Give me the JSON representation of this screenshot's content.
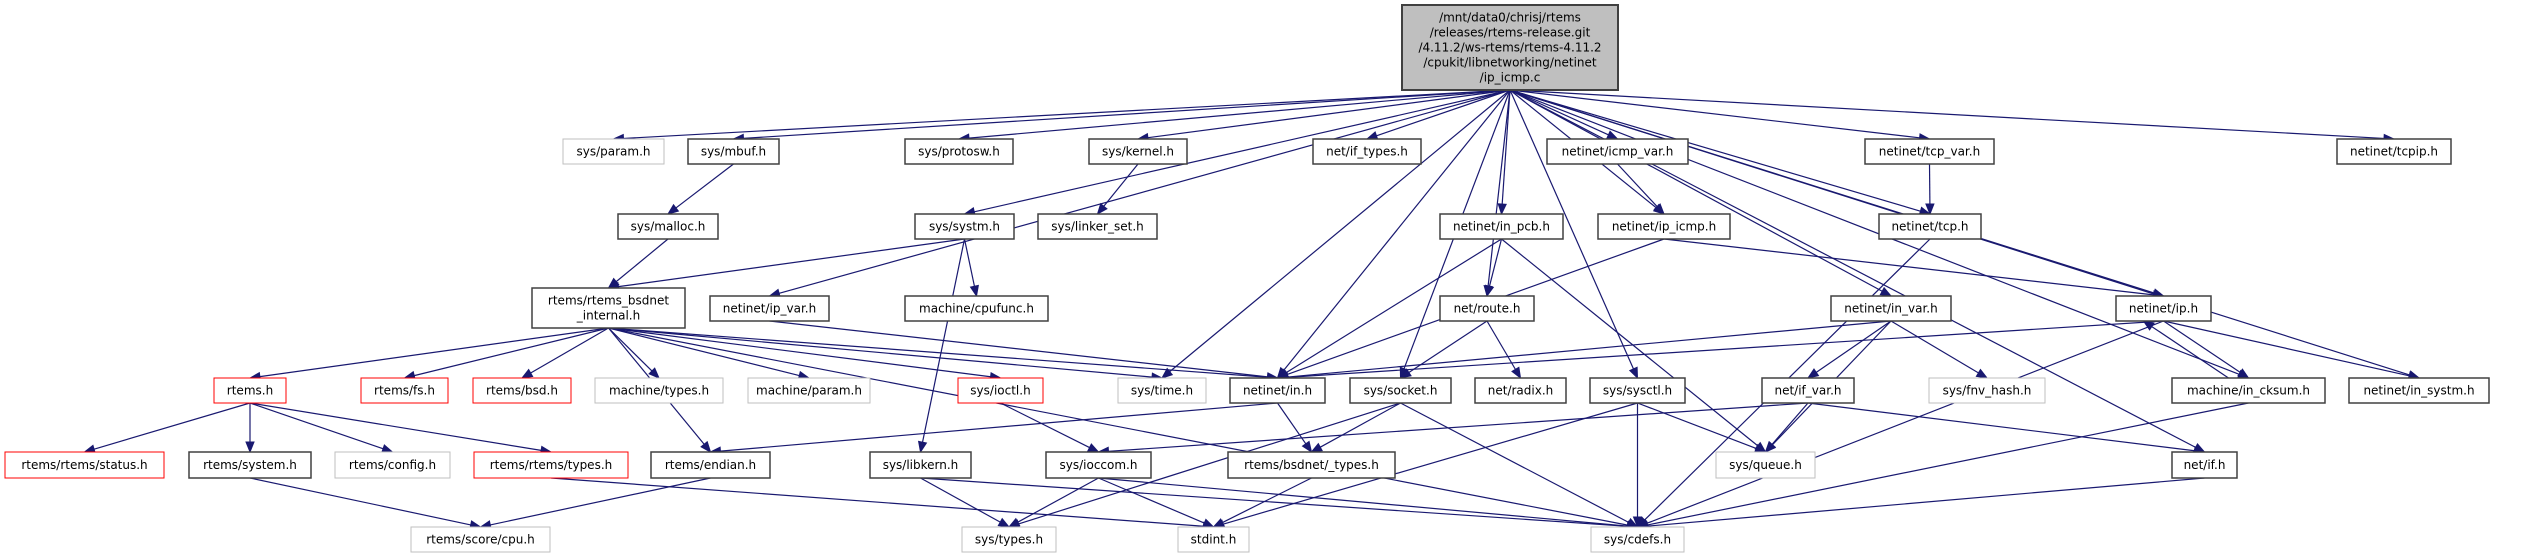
{
  "colors": {
    "edge": "#191970",
    "root_fill": "#bfbfbf",
    "documented_border": "#404040",
    "undocumented_border": "#bfbfbf",
    "incomplete_border": "#ff0000"
  },
  "root": {
    "id": "root",
    "lines": [
      "/mnt/data0/chrisj/rtems",
      "/releases/rtems-release.git",
      "/4.11.2/ws-rtems/rtems-4.11.2",
      "/cpukit/libnetworking/netinet",
      "/ip_icmp.c"
    ]
  },
  "nodes": [
    {
      "id": "param",
      "label": "sys/param.h",
      "kind": "undocumented"
    },
    {
      "id": "mbuf",
      "label": "sys/mbuf.h",
      "kind": "documented"
    },
    {
      "id": "protosw",
      "label": "sys/protosw.h",
      "kind": "documented"
    },
    {
      "id": "kernel",
      "label": "sys/kernel.h",
      "kind": "documented"
    },
    {
      "id": "if_types",
      "label": "net/if_types.h",
      "kind": "documented"
    },
    {
      "id": "icmp_var",
      "label": "netinet/icmp_var.h",
      "kind": "documented"
    },
    {
      "id": "tcp_var",
      "label": "netinet/tcp_var.h",
      "kind": "documented"
    },
    {
      "id": "tcpip",
      "label": "netinet/tcpip.h",
      "kind": "documented"
    },
    {
      "id": "malloc",
      "label": "sys/malloc.h",
      "kind": "documented"
    },
    {
      "id": "systm",
      "label": "sys/systm.h",
      "kind": "documented"
    },
    {
      "id": "linker_set",
      "label": "sys/linker_set.h",
      "kind": "documented"
    },
    {
      "id": "in_pcb",
      "label": "netinet/in_pcb.h",
      "kind": "documented"
    },
    {
      "id": "ip_icmp",
      "label": "netinet/ip_icmp.h",
      "kind": "documented"
    },
    {
      "id": "tcp",
      "label": "netinet/tcp.h",
      "kind": "documented"
    },
    {
      "id": "bsdnet",
      "label": "rtems/rtems_bsdnet\n_internal.h",
      "kind": "documented"
    },
    {
      "id": "ip_var",
      "label": "netinet/ip_var.h",
      "kind": "documented"
    },
    {
      "id": "cpufunc",
      "label": "machine/cpufunc.h",
      "kind": "documented"
    },
    {
      "id": "route",
      "label": "net/route.h",
      "kind": "documented"
    },
    {
      "id": "in_var",
      "label": "netinet/in_var.h",
      "kind": "documented"
    },
    {
      "id": "ip",
      "label": "netinet/ip.h",
      "kind": "documented"
    },
    {
      "id": "rtems",
      "label": "rtems.h",
      "kind": "incomplete"
    },
    {
      "id": "fs",
      "label": "rtems/fs.h",
      "kind": "incomplete"
    },
    {
      "id": "bsd",
      "label": "rtems/bsd.h",
      "kind": "incomplete"
    },
    {
      "id": "mtypes",
      "label": "machine/types.h",
      "kind": "undocumented"
    },
    {
      "id": "mparam",
      "label": "machine/param.h",
      "kind": "undocumented"
    },
    {
      "id": "ioctl",
      "label": "sys/ioctl.h",
      "kind": "incomplete"
    },
    {
      "id": "time",
      "label": "sys/time.h",
      "kind": "undocumented"
    },
    {
      "id": "in",
      "label": "netinet/in.h",
      "kind": "documented"
    },
    {
      "id": "socket",
      "label": "sys/socket.h",
      "kind": "documented"
    },
    {
      "id": "radix",
      "label": "net/radix.h",
      "kind": "documented"
    },
    {
      "id": "sysctl",
      "label": "sys/sysctl.h",
      "kind": "documented"
    },
    {
      "id": "if_var",
      "label": "net/if_var.h",
      "kind": "documented"
    },
    {
      "id": "fnv",
      "label": "sys/fnv_hash.h",
      "kind": "undocumented"
    },
    {
      "id": "in_cksum",
      "label": "machine/in_cksum.h",
      "kind": "documented"
    },
    {
      "id": "in_systm",
      "label": "netinet/in_systm.h",
      "kind": "documented"
    },
    {
      "id": "status",
      "label": "rtems/rtems/status.h",
      "kind": "incomplete"
    },
    {
      "id": "system",
      "label": "rtems/system.h",
      "kind": "documented"
    },
    {
      "id": "config",
      "label": "rtems/config.h",
      "kind": "undocumented"
    },
    {
      "id": "rtypes",
      "label": "rtems/rtems/types.h",
      "kind": "incomplete"
    },
    {
      "id": "endian",
      "label": "rtems/endian.h",
      "kind": "documented"
    },
    {
      "id": "libkern",
      "label": "sys/libkern.h",
      "kind": "documented"
    },
    {
      "id": "ioccom",
      "label": "sys/ioccom.h",
      "kind": "documented"
    },
    {
      "id": "bsdtypes",
      "label": "rtems/bsdnet/_types.h",
      "kind": "documented"
    },
    {
      "id": "queue",
      "label": "sys/queue.h",
      "kind": "undocumented"
    },
    {
      "id": "if",
      "label": "net/if.h",
      "kind": "documented"
    },
    {
      "id": "cpu",
      "label": "rtems/score/cpu.h",
      "kind": "undocumented"
    },
    {
      "id": "types",
      "label": "sys/types.h",
      "kind": "undocumented"
    },
    {
      "id": "stdint",
      "label": "stdint.h",
      "kind": "undocumented"
    },
    {
      "id": "cdefs",
      "label": "sys/cdefs.h",
      "kind": "undocumented"
    }
  ],
  "edges": [
    [
      "root",
      "param"
    ],
    [
      "root",
      "mbuf"
    ],
    [
      "root",
      "protosw"
    ],
    [
      "root",
      "kernel"
    ],
    [
      "root",
      "if_types"
    ],
    [
      "root",
      "icmp_var"
    ],
    [
      "root",
      "tcp_var"
    ],
    [
      "root",
      "tcpip"
    ],
    [
      "root",
      "systm"
    ],
    [
      "root",
      "ip_var"
    ],
    [
      "root",
      "in_pcb"
    ],
    [
      "root",
      "ip_icmp"
    ],
    [
      "root",
      "tcp"
    ],
    [
      "root",
      "route"
    ],
    [
      "root",
      "in_var"
    ],
    [
      "root",
      "ip"
    ],
    [
      "root",
      "time"
    ],
    [
      "root",
      "in"
    ],
    [
      "root",
      "socket"
    ],
    [
      "root",
      "sysctl"
    ],
    [
      "root",
      "in_cksum"
    ],
    [
      "root",
      "in_systm"
    ],
    [
      "root",
      "if"
    ],
    [
      "mbuf",
      "malloc"
    ],
    [
      "malloc",
      "bsdnet"
    ],
    [
      "kernel",
      "linker_set"
    ],
    [
      "systm",
      "bsdnet"
    ],
    [
      "systm",
      "cpufunc"
    ],
    [
      "systm",
      "libkern"
    ],
    [
      "bsdnet",
      "rtems"
    ],
    [
      "bsdnet",
      "fs"
    ],
    [
      "bsdnet",
      "bsd"
    ],
    [
      "bsdnet",
      "mtypes"
    ],
    [
      "bsdnet",
      "mparam"
    ],
    [
      "bsdnet",
      "ioctl"
    ],
    [
      "bsdnet",
      "time"
    ],
    [
      "bsdnet",
      "in"
    ],
    [
      "bsdnet",
      "endian"
    ],
    [
      "bsdnet",
      "cdefs"
    ],
    [
      "ip_var",
      "in"
    ],
    [
      "rtems",
      "status"
    ],
    [
      "rtems",
      "system"
    ],
    [
      "rtems",
      "config"
    ],
    [
      "rtems",
      "rtypes"
    ],
    [
      "system",
      "cpu"
    ],
    [
      "endian",
      "cpu"
    ],
    [
      "rtypes",
      "stdint"
    ],
    [
      "ioctl",
      "ioccom"
    ],
    [
      "ioccom",
      "types"
    ],
    [
      "ioccom",
      "stdint"
    ],
    [
      "ioccom",
      "cdefs"
    ],
    [
      "libkern",
      "types"
    ],
    [
      "libkern",
      "cdefs"
    ],
    [
      "in",
      "bsdtypes"
    ],
    [
      "in",
      "endian"
    ],
    [
      "socket",
      "bsdtypes"
    ],
    [
      "socket",
      "cdefs"
    ],
    [
      "socket",
      "types"
    ],
    [
      "bsdtypes",
      "stdint"
    ],
    [
      "route",
      "socket"
    ],
    [
      "route",
      "radix"
    ],
    [
      "in_pcb",
      "in"
    ],
    [
      "in_pcb",
      "route"
    ],
    [
      "in_pcb",
      "queue"
    ],
    [
      "ip_icmp",
      "in"
    ],
    [
      "ip_icmp",
      "ip"
    ],
    [
      "icmp_var",
      "ip_icmp"
    ],
    [
      "tcp_var",
      "tcp"
    ],
    [
      "tcp",
      "cdefs"
    ],
    [
      "in_var",
      "in"
    ],
    [
      "in_var",
      "if_var"
    ],
    [
      "in_var",
      "fnv"
    ],
    [
      "in_var",
      "queue"
    ],
    [
      "if_var",
      "queue"
    ],
    [
      "if_var",
      "if"
    ],
    [
      "if_var",
      "ioccom"
    ],
    [
      "sysctl",
      "queue"
    ],
    [
      "sysctl",
      "cdefs"
    ],
    [
      "sysctl",
      "stdint"
    ],
    [
      "ip",
      "in"
    ],
    [
      "ip",
      "in_cksum"
    ],
    [
      "ip",
      "in_systm"
    ],
    [
      "ip",
      "cdefs"
    ],
    [
      "in_cksum",
      "ip"
    ],
    [
      "in_cksum",
      "cdefs"
    ],
    [
      "if",
      "cdefs"
    ]
  ]
}
